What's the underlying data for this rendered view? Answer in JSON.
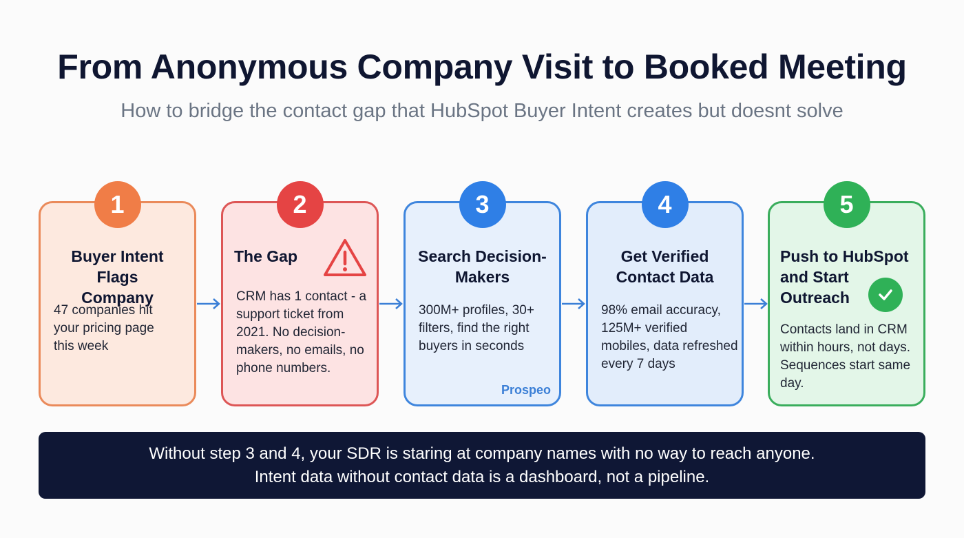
{
  "header": {
    "title": "From Anonymous Company Visit to Booked Meeting",
    "subtitle": "How to bridge the contact gap that HubSpot Buyer Intent creates but doesnt solve"
  },
  "steps": [
    {
      "number": "1",
      "title": "Buyer Intent Flags Company",
      "body": "47 companies hit your pricing page this week",
      "color": "#f07d47"
    },
    {
      "number": "2",
      "title": "The Gap",
      "body": "CRM has 1 contact - a support ticket from 2021. No decision-makers, no emails, no phone numbers.",
      "icon": "warning-icon",
      "color": "#e54444"
    },
    {
      "number": "3",
      "title": "Search Decision-Makers",
      "body": "300M+ profiles, 30+ filters, find the right buyers in seconds",
      "brand": "Prospeo",
      "color": "#2f7fe6"
    },
    {
      "number": "4",
      "title": "Get Verified Contact Data",
      "body": "98% email accuracy, 125M+ verified mobiles, data refreshed every 7 days",
      "color": "#2f7fe6"
    },
    {
      "number": "5",
      "title": "Push to HubSpot and Start Outreach",
      "body": "Contacts land in CRM within hours, not days. Sequences start same day.",
      "icon": "checkmark-icon",
      "color": "#2fb157"
    }
  ],
  "connectors": [
    "arrow-right-icon",
    "arrow-right-icon",
    "arrow-right-icon",
    "arrow-right-icon"
  ],
  "banner": {
    "line1": "Without step 3 and 4, your SDR is staring at company names with no way to reach anyone.",
    "line2": "Intent data without contact data is a dashboard, not a pipeline."
  }
}
